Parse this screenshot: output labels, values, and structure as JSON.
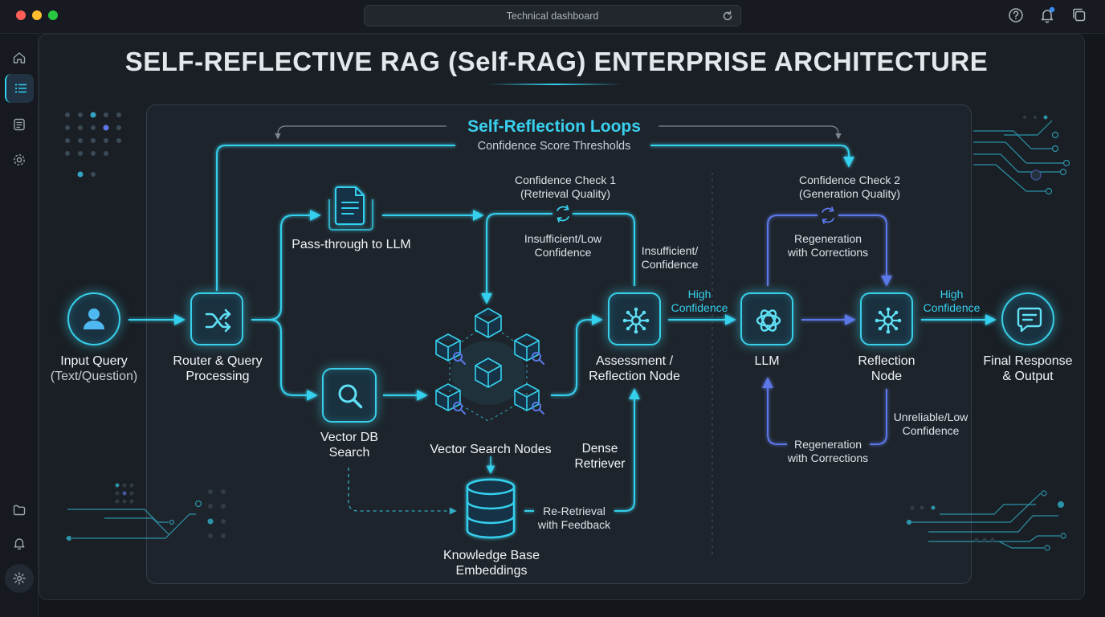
{
  "window": {
    "url_text": "Technical dashboard"
  },
  "diagram": {
    "title": "SELF-REFLECTIVE RAG (Self-RAG) ENTERPRISE ARCHITECTURE",
    "loops": {
      "title": "Self-Reflection Loops",
      "subtitle": "Confidence Score Thresholds"
    },
    "nodes": {
      "input": {
        "line1": "Input Query",
        "line2": "(Text/Question)"
      },
      "router": {
        "line1": "Router & Query",
        "line2": "Processing"
      },
      "passthrough": {
        "line1": "Pass-through to LLM"
      },
      "vector_db": {
        "line1": "Vector DB",
        "line2": "Search"
      },
      "vector_nodes": {
        "line1": "Vector Search Nodes"
      },
      "knowledge_base": {
        "line1": "Knowledge Base",
        "line2": "Embeddings"
      },
      "assessment": {
        "line1": "Assessment /",
        "line2": "Reflection Node"
      },
      "llm": {
        "line1": "LLM"
      },
      "reflection": {
        "line1": "Reflection",
        "line2": "Node"
      },
      "final": {
        "line1": "Final Response",
        "line2": "& Output"
      }
    },
    "edge_labels": {
      "check1": {
        "line1": "Confidence Check 1",
        "line2": "(Retrieval Quality)"
      },
      "check1_low": {
        "line1": "Insufficient/Low",
        "line2": "Confidence"
      },
      "insufficient": {
        "line1": "Insufficient/",
        "line2": "Confidence"
      },
      "high1": {
        "line1": "High",
        "line2": "Confidence"
      },
      "check2": {
        "line1": "Confidence Check 2",
        "line2": "(Generation Quality)"
      },
      "regen_top": {
        "line1": "Regeneration",
        "line2": "with Corrections"
      },
      "high2": {
        "line1": "High",
        "line2": "Confidence"
      },
      "unreliable": {
        "line1": "Unreliable/Low",
        "line2": "Confidence"
      },
      "regen_bottom": {
        "line1": "Regeneration",
        "line2": "with Corrections"
      },
      "dense": {
        "line1": "Dense",
        "line2": "Retriever"
      },
      "reretrieval": {
        "line1": "Re-Retrieval",
        "line2": "with Feedback"
      }
    },
    "colors": {
      "accent": "#35d0ee",
      "secondary": "#5b78e8",
      "background": "#1a1f25"
    }
  }
}
